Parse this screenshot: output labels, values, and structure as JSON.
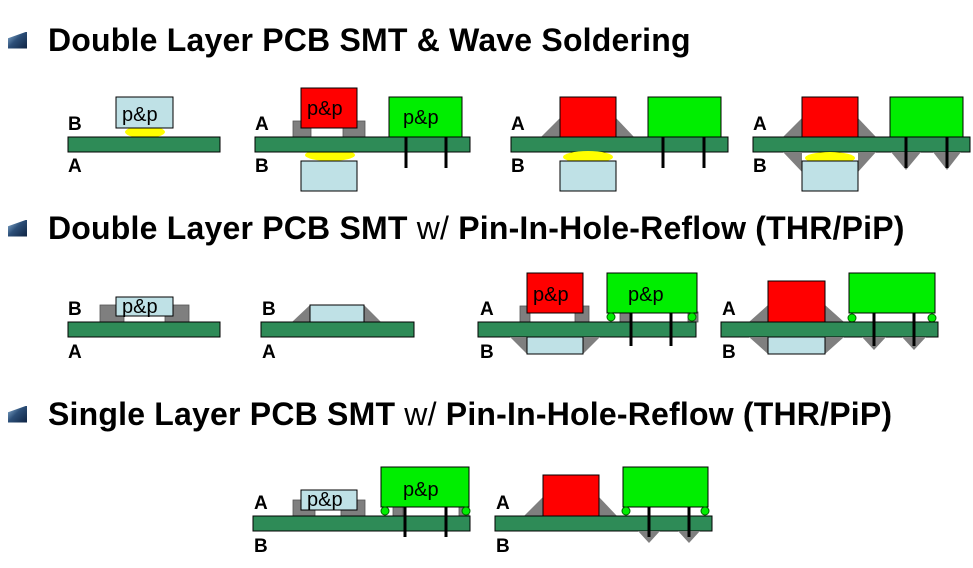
{
  "headings": [
    {
      "bold": "Double Layer PCB SMT & Wave Soldering",
      "thin": "",
      "tail": ""
    },
    {
      "bold": "Double Layer PCB SMT ",
      "thin": "w/",
      "tail": " Pin-In-Hole-Reflow (THR/PiP)"
    },
    {
      "bold": "Single Layer PCB SMT ",
      "thin": "w/",
      "tail": " Pin-In-Hole-Reflow (THR/PiP)"
    }
  ],
  "labels": {
    "side_a": "A",
    "side_b": "B",
    "part": "p&p"
  },
  "colors": {
    "board": "#2e8b57",
    "smd_part": "#ff0000",
    "thr_part": "#00ee00",
    "placed_part": "#bfe1e6",
    "pads": "#7f7f7f",
    "glue": "#ffff00"
  }
}
